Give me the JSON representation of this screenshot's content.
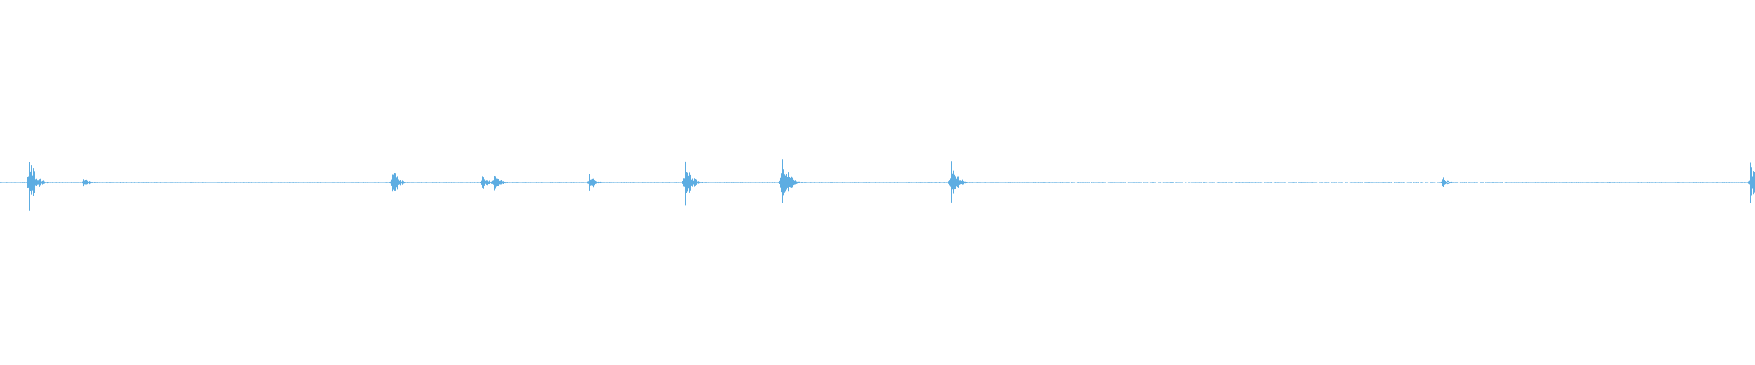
{
  "waveform": {
    "color": "#5dade2",
    "background": "#ffffff",
    "duration_fraction_markers": [
      0.0165,
      0.0475,
      0.2235,
      0.2745,
      0.2815,
      0.3355,
      0.39,
      0.4455,
      0.5415,
      0.822,
      0.9975
    ],
    "peak_amplitudes": [
      0.55,
      0.12,
      0.32,
      0.18,
      0.22,
      0.22,
      0.49,
      0.71,
      0.44,
      0.12,
      0.49
    ],
    "quiet_region_start_fraction": 0.61,
    "quiet_region_end_fraction": 0.86
  }
}
